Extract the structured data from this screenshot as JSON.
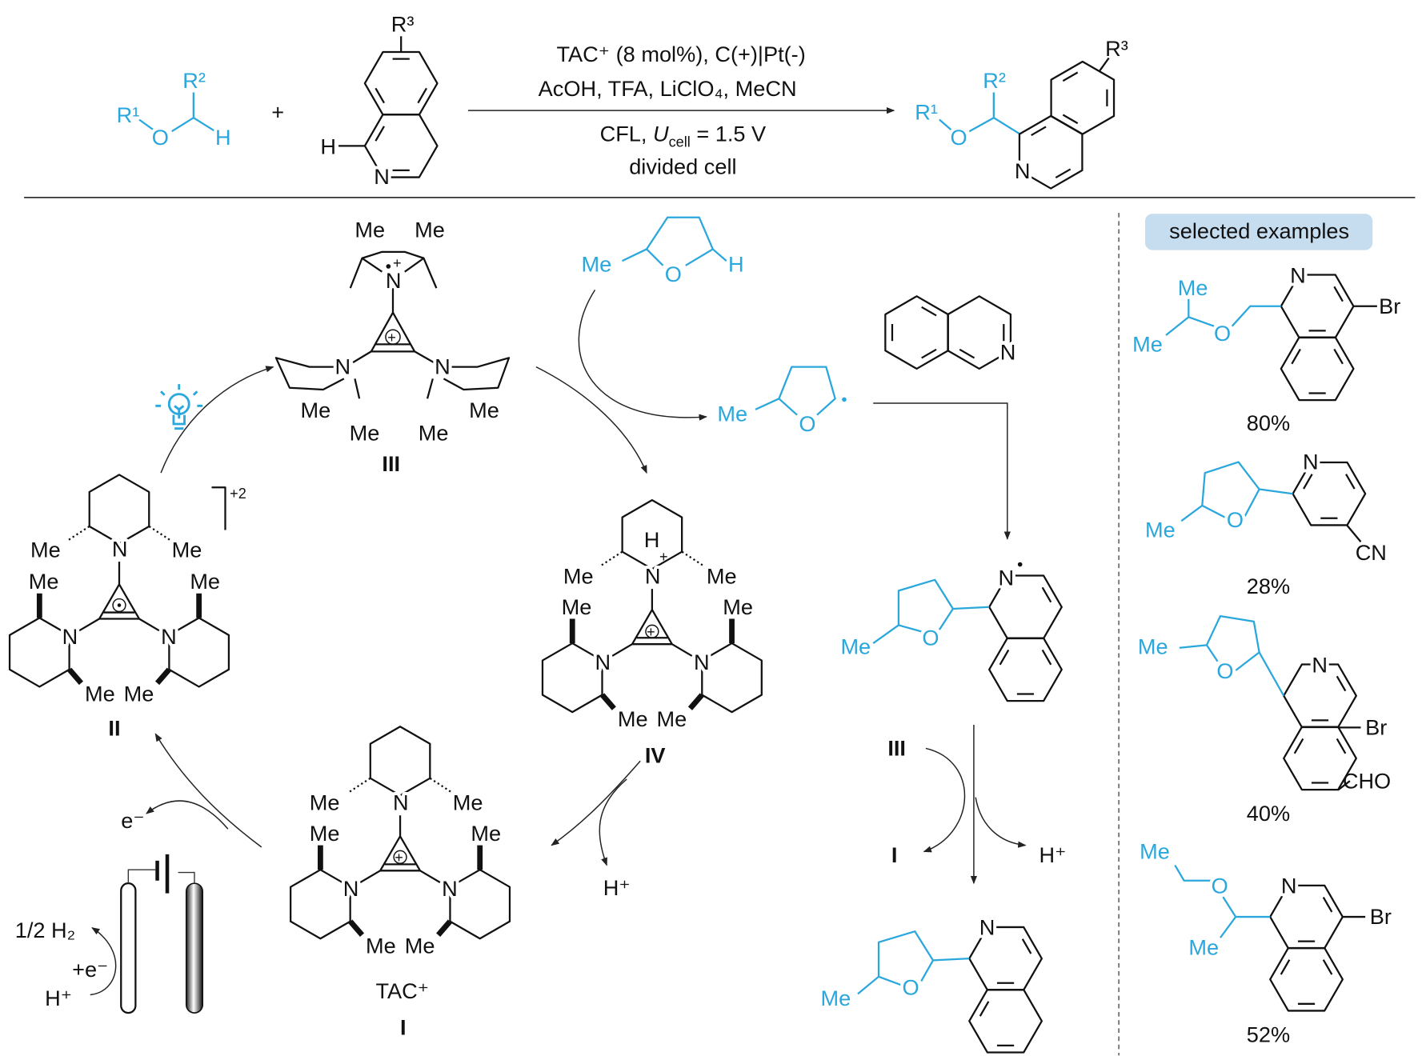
{
  "colors": {
    "accent": "#2aa7dc",
    "badge": "#c5ddef",
    "text": "#111111"
  },
  "atoms": {
    "me": "Me",
    "n": "N",
    "o": "O",
    "h": "H",
    "br": "Br",
    "cn": "CN",
    "cho": "CHO",
    "et_me": "Me"
  },
  "reaction": {
    "r1": "R¹",
    "r2": "R²",
    "r3": "R³",
    "plus": "+",
    "conditions_line1": "TAC⁺ (8 mol%), C(+)|Pt(-)",
    "conditions_line2": "AcOH, TFA, LiClO₄, MeCN",
    "conditions_line3_prefix": "CFL, ",
    "conditions_line3_u": "U",
    "conditions_line3_sub": "cell",
    "conditions_line3_suffix": " = 1.5 V",
    "conditions_line4": "divided cell"
  },
  "mechanism": {
    "label_I": "I",
    "label_II": "II",
    "label_III": "III",
    "label_IV": "IV",
    "tac_label": "TAC⁺",
    "charge_2plus": "+2",
    "e_minus": "e⁻",
    "h_plus": "H⁺",
    "half_h2": "1/2 H₂",
    "plus_e": "+e⁻",
    "n_radical_cation": "N",
    "nh_plus": "H",
    "plus_sign": "+"
  },
  "examples": {
    "title": "selected examples",
    "yields": [
      "80%",
      "28%",
      "40%",
      "52%"
    ]
  }
}
